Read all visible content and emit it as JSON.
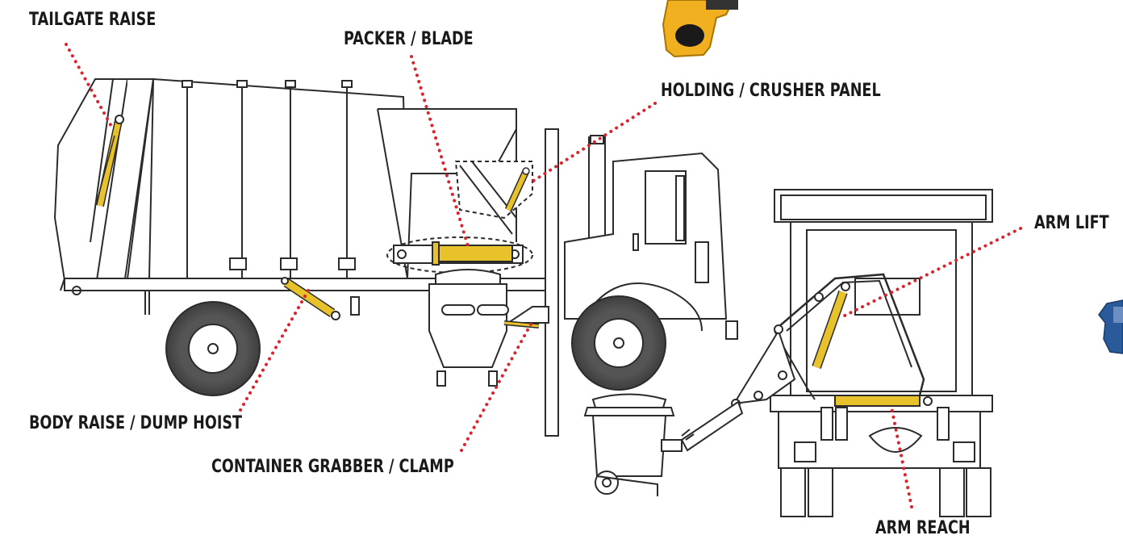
{
  "labels": {
    "tailgate_raise": "TAILGATE RAISE",
    "packer_blade": "PACKER / BLADE",
    "holding_crusher_panel": "HOLDING / CRUSHER PANEL",
    "arm_lift": "ARM LIFT",
    "body_raise_dump_hoist": "BODY RAISE / DUMP HOIST",
    "container_grabber_clamp": "CONTAINER GRABBER / CLAMP",
    "arm_reach": "ARM REACH"
  },
  "colors": {
    "line": "#2b2b2b",
    "cylinder": "#e8c22a",
    "leader_dots": "#d7262e",
    "tire": "#4a4a4a",
    "label_text": "#1a1a1a"
  }
}
